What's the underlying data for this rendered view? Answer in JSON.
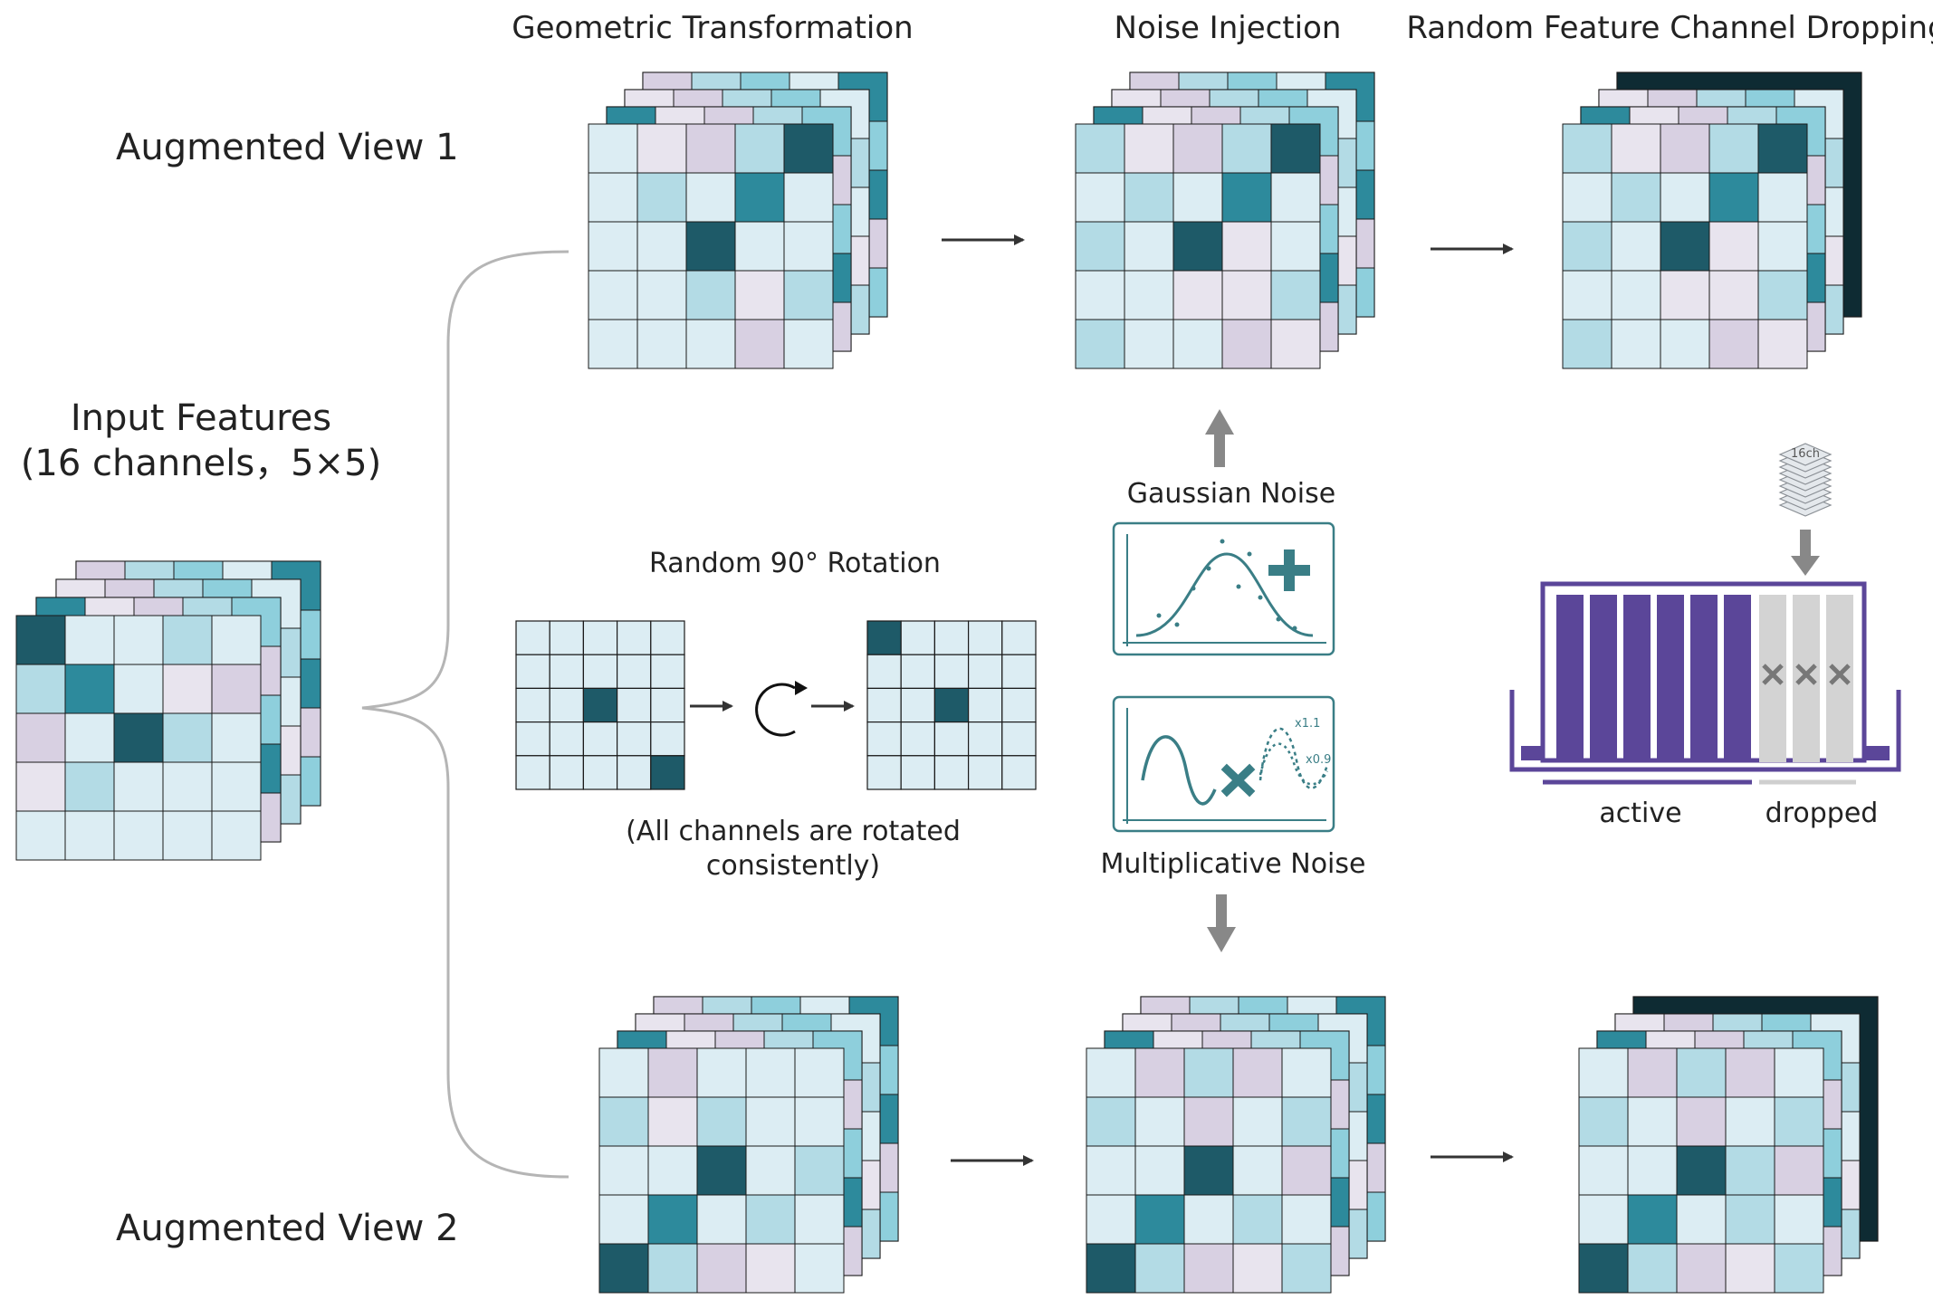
{
  "colors": {
    "c1": "#dcedf3",
    "c2": "#b3dbe5",
    "c3": "#2d8a9c",
    "c4": "#1e5a68",
    "c5": "#e8e4ee",
    "c6": "#d8d0e2",
    "c7": "#8ecfdc",
    "dark": "#0e2b33",
    "purple": "#5b4699",
    "grey": "#d3d3d3",
    "arrow_grey": "#888888",
    "curve": "#3a7e86"
  },
  "labels": {
    "view1": "Augmented View 1",
    "view2": "Augmented View 2",
    "input_line1": "Input Features",
    "input_line2": "(16 channels，5×5)",
    "geo_title": "Geometric Transformation",
    "noise_title": "Noise Injection",
    "drop_title": "Random Feature Channel Dropping",
    "rotation_title": "Random 90° Rotation",
    "rotation_note_line1": "(All channels are rotated",
    "rotation_note_line2": "consistently)",
    "gaussian": "Gaussian Noise",
    "multiplicative": "Multiplicative Noise",
    "active": "active",
    "dropped": "dropped",
    "badge_16ch": "16ch",
    "scale_up": "x1.1",
    "scale_down": "x0.9"
  },
  "grids": {
    "input_front": [
      [
        4,
        1,
        1,
        2,
        1
      ],
      [
        2,
        3,
        1,
        5,
        6
      ],
      [
        6,
        1,
        4,
        2,
        1
      ],
      [
        5,
        2,
        1,
        1,
        1
      ],
      [
        1,
        1,
        1,
        1,
        1
      ]
    ],
    "view1_front": [
      [
        1,
        5,
        6,
        2,
        4
      ],
      [
        1,
        2,
        1,
        3,
        1
      ],
      [
        1,
        1,
        4,
        1,
        1
      ],
      [
        1,
        1,
        2,
        5,
        2
      ],
      [
        1,
        1,
        1,
        6,
        1
      ]
    ],
    "view1_noise": [
      [
        2,
        5,
        6,
        2,
        4
      ],
      [
        1,
        2,
        1,
        3,
        1
      ],
      [
        2,
        1,
        4,
        5,
        1
      ],
      [
        1,
        1,
        5,
        5,
        2
      ],
      [
        2,
        1,
        1,
        6,
        5
      ]
    ],
    "view1_drop": [
      [
        2,
        5,
        6,
        2,
        4
      ],
      [
        1,
        2,
        1,
        3,
        1
      ],
      [
        2,
        1,
        4,
        5,
        1
      ],
      [
        1,
        1,
        5,
        5,
        2
      ],
      [
        2,
        1,
        1,
        6,
        5
      ]
    ],
    "view2_front": [
      [
        1,
        6,
        1,
        1,
        1
      ],
      [
        2,
        5,
        2,
        1,
        1
      ],
      [
        1,
        1,
        4,
        1,
        2
      ],
      [
        1,
        3,
        1,
        2,
        1
      ],
      [
        4,
        2,
        6,
        5,
        1
      ]
    ],
    "view2_noise": [
      [
        1,
        6,
        2,
        6,
        1
      ],
      [
        2,
        1,
        6,
        1,
        2
      ],
      [
        1,
        1,
        4,
        1,
        6
      ],
      [
        1,
        3,
        1,
        2,
        1
      ],
      [
        4,
        2,
        6,
        5,
        2
      ]
    ],
    "view2_drop": [
      [
        1,
        6,
        2,
        6,
        1
      ],
      [
        2,
        1,
        6,
        1,
        2
      ],
      [
        1,
        1,
        4,
        2,
        6
      ],
      [
        1,
        3,
        1,
        2,
        1
      ],
      [
        4,
        2,
        6,
        5,
        2
      ]
    ],
    "rot_before": [
      [
        0,
        0,
        0,
        0,
        0
      ],
      [
        0,
        0,
        0,
        0,
        0
      ],
      [
        0,
        0,
        1,
        0,
        0
      ],
      [
        0,
        0,
        0,
        0,
        0
      ],
      [
        0,
        0,
        0,
        0,
        1
      ]
    ],
    "rot_after": [
      [
        1,
        0,
        0,
        0,
        0
      ],
      [
        0,
        0,
        0,
        0,
        0
      ],
      [
        0,
        0,
        1,
        0,
        0
      ],
      [
        0,
        0,
        0,
        0,
        0
      ],
      [
        0,
        0,
        0,
        0,
        0
      ]
    ],
    "back_row_pattern": [
      1,
      3,
      5,
      6,
      2,
      7
    ]
  },
  "channel_bars": {
    "active_count": 6,
    "dropped_count": 3
  }
}
